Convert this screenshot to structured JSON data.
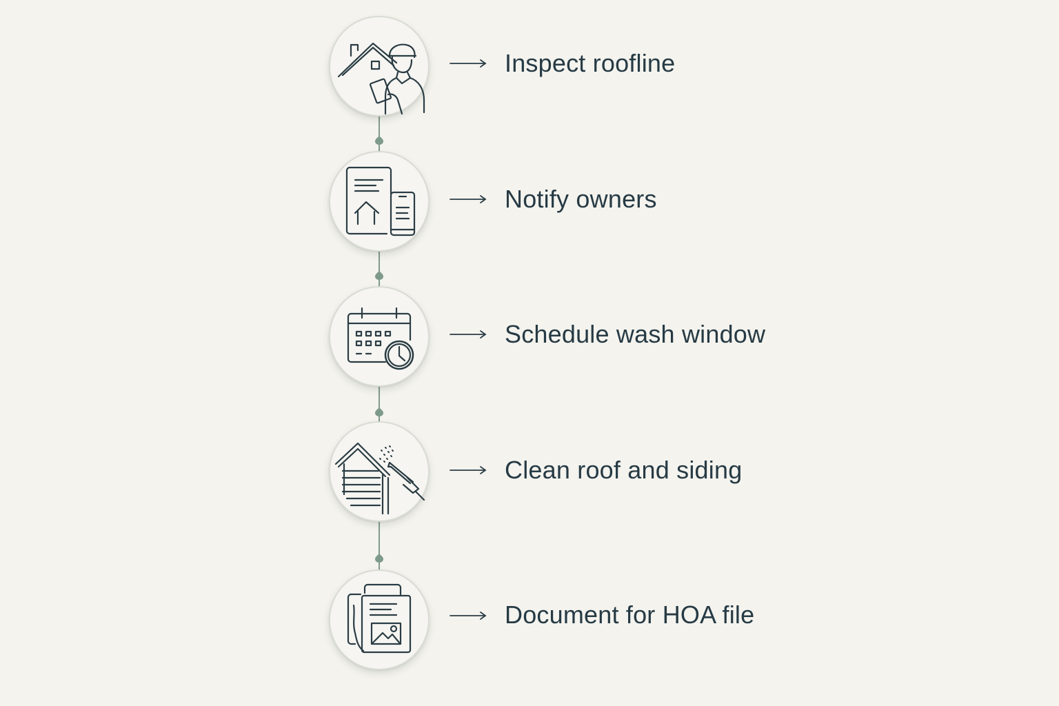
{
  "palette": {
    "background": "#f4f3ee",
    "circle_fill": "#f6f5f1",
    "circle_border": "#d9dcd4",
    "connector": "#7e9a8a",
    "icon_stroke": "#2a3c44",
    "text": "#263a44"
  },
  "steps": [
    {
      "label": "Inspect roofline",
      "icon": "roof-inspector-icon"
    },
    {
      "label": "Notify owners",
      "icon": "document-and-phone-icon"
    },
    {
      "label": "Schedule wash window",
      "icon": "calendar-clock-icon"
    },
    {
      "label": "Clean roof and siding",
      "icon": "pressure-washer-house-icon"
    },
    {
      "label": "Document for HOA file",
      "icon": "documents-photo-icon"
    }
  ]
}
